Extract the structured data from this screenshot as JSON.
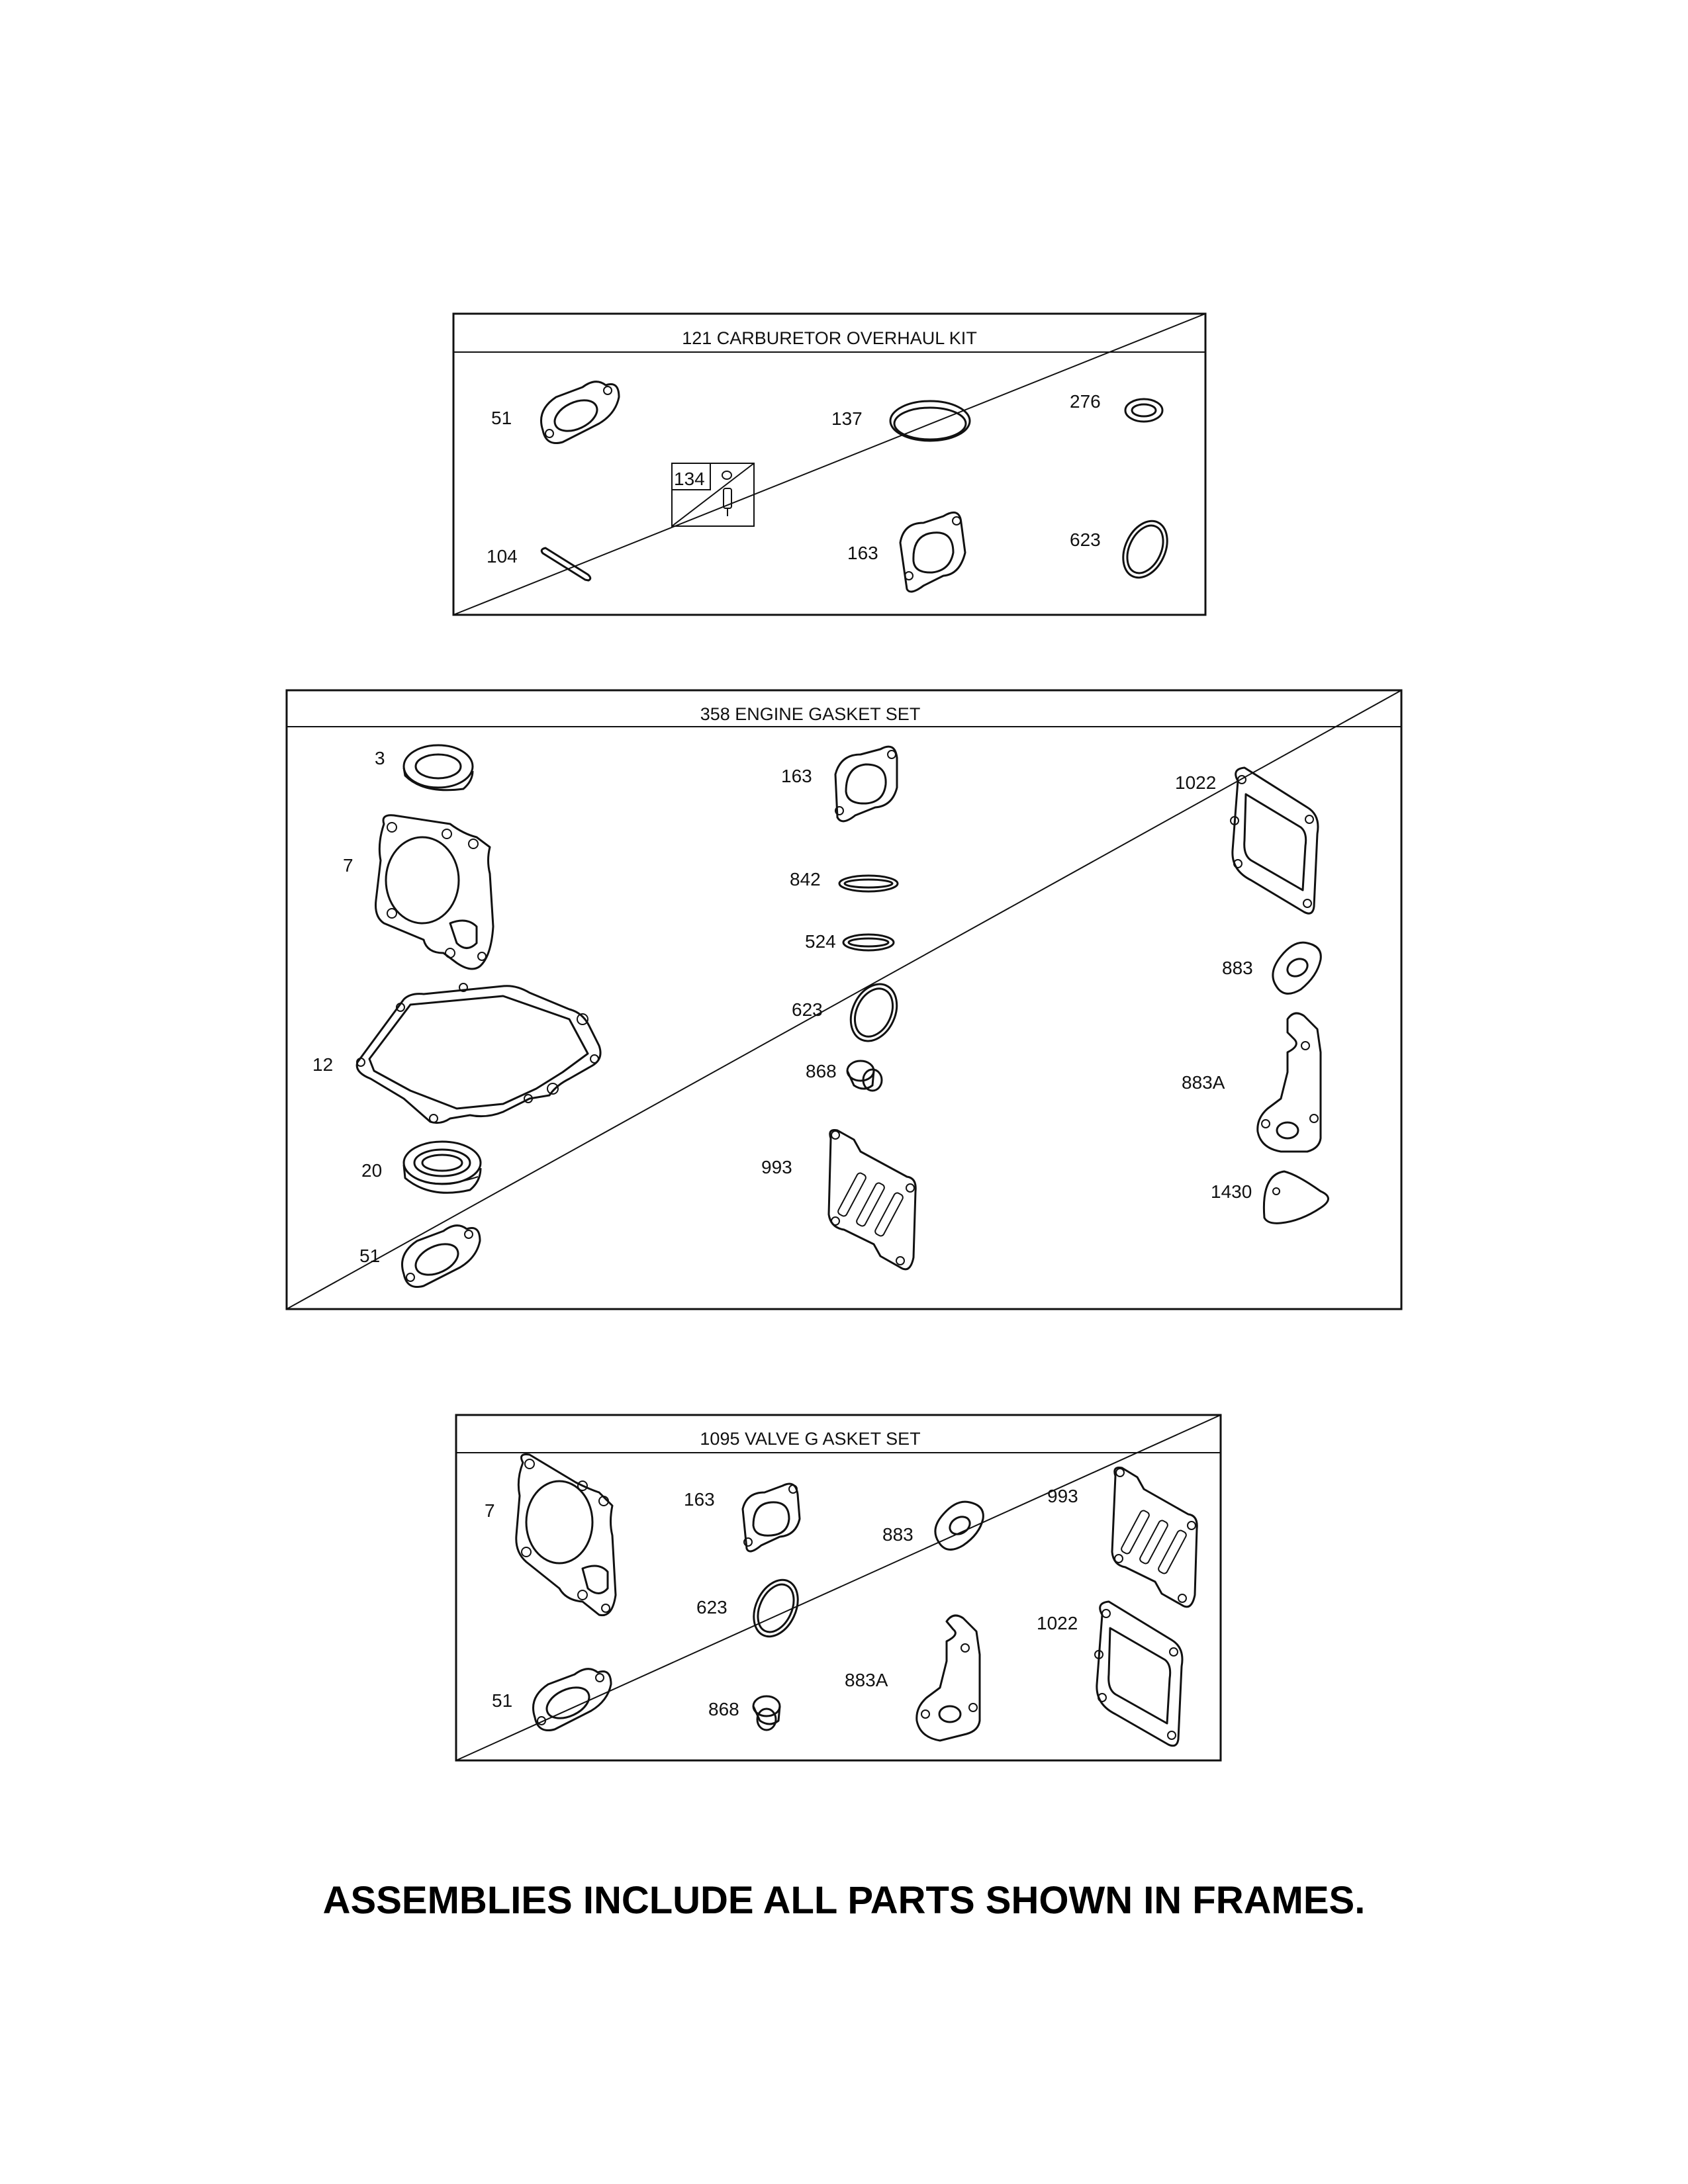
{
  "frames": [
    {
      "title": "121 CARBURETOR OVERHAUL KIT",
      "parts": [
        "51",
        "137",
        "276",
        "134",
        "104",
        "163",
        "623"
      ]
    },
    {
      "title": "358 ENGINE GASKET SET",
      "parts": [
        "3",
        "163",
        "1022",
        "7",
        "842",
        "524",
        "883",
        "623",
        "12",
        "868",
        "883A",
        "20",
        "993",
        "1430",
        "51"
      ]
    },
    {
      "title": "1095 VALVE G ASKET SET",
      "parts": [
        "7",
        "163",
        "883",
        "993",
        "623",
        "1022",
        "51",
        "868",
        "883A"
      ]
    }
  ],
  "footer": "ASSEMBLIES INCLUDE ALL PARTS SHOWN IN FRAMES."
}
